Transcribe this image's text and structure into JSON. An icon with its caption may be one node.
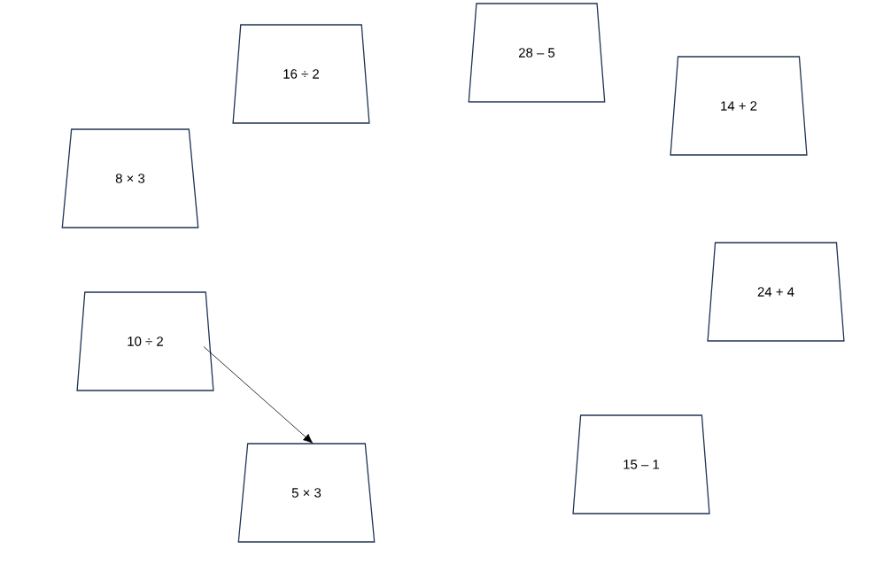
{
  "diagram": {
    "nodes": [
      {
        "text": [
          "28 – 5"
        ]
      },
      {
        "text": [
          "16 ÷ 2"
        ]
      },
      {
        "text": [
          "14 + 2"
        ]
      },
      {
        "text": [
          "8 × 3"
        ]
      },
      {
        "text": [
          "24 + 4"
        ]
      },
      {
        "text": [
          "10 ÷ 2"
        ]
      },
      {
        "text": [
          "15 – 1"
        ]
      },
      {
        "text": [
          "5 × 3"
        ]
      }
    ],
    "edges": [
      {
        "from": 5,
        "to": 7,
        "arrow": "to"
      }
    ]
  }
}
